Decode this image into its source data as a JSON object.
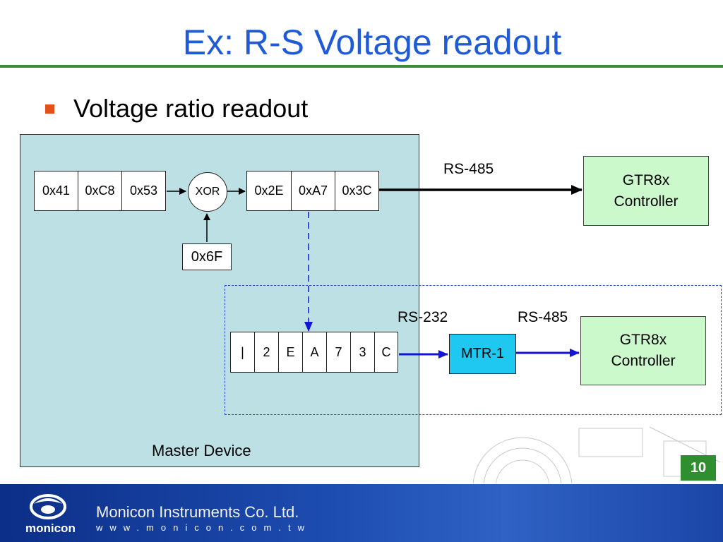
{
  "title": "Ex: R-S Voltage readout",
  "bullet": "Voltage ratio readout",
  "master_label": "Master Device",
  "input_bytes": [
    "0x41",
    "0xC8",
    "0x53"
  ],
  "xor_label": "XOR",
  "key_byte": "0x6F",
  "output_bytes": [
    "0x2E",
    "0xA7",
    "0x3C"
  ],
  "ascii_chars": [
    "|",
    "2",
    "E",
    "A",
    "7",
    "3",
    "C"
  ],
  "labels": {
    "rs485_top": "RS-485",
    "rs232": "RS-232",
    "rs485_bottom": "RS-485"
  },
  "controller_top": {
    "line1": "GTR8x",
    "line2": "Controller"
  },
  "controller_bottom": {
    "line1": "GTR8x",
    "line2": "Controller"
  },
  "mtr_label": "MTR-1",
  "page_number": "10",
  "footer": {
    "logo_word": "monicon",
    "company": "Monicon Instruments Co. Ltd.",
    "website": "www.monicon.com.tw"
  },
  "colors": {
    "title": "#1f5bd6",
    "rule": "#3c8c3c",
    "bullet": "#e4501a",
    "master_fill": "#bde0e4",
    "controller_fill": "#ccf9cc",
    "mtr_fill": "#1ec8f0",
    "blue_arrow": "#1414d8",
    "footer": "#1d4cb0"
  }
}
